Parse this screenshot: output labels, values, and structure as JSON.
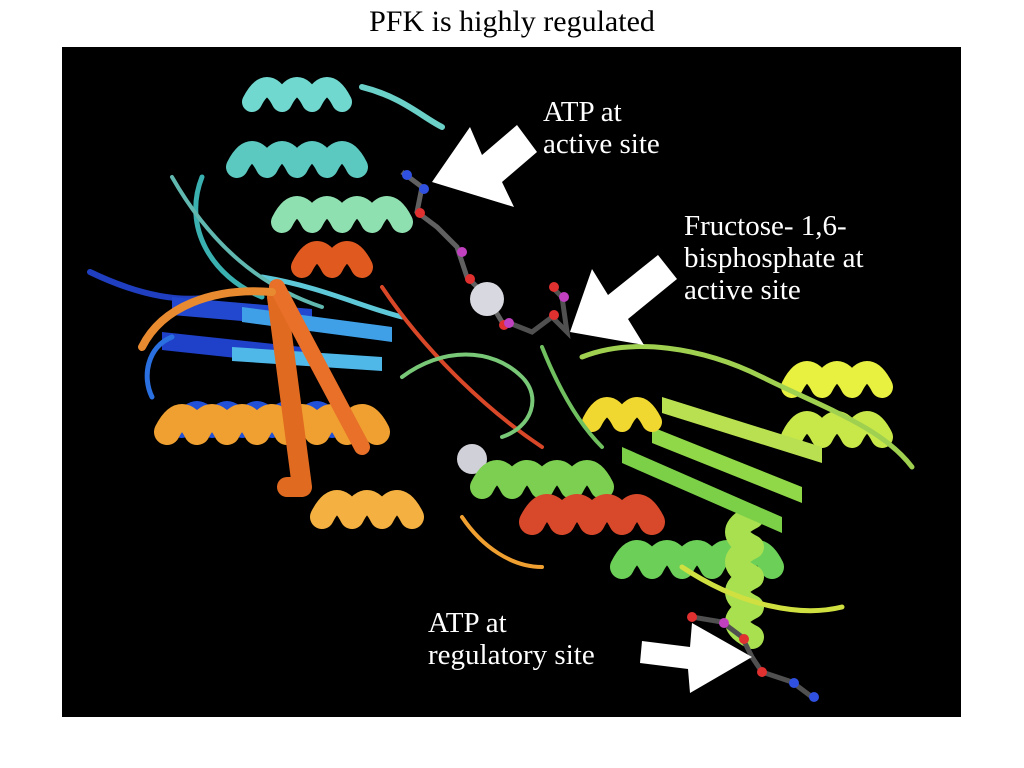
{
  "slide": {
    "title": "PFK is highly regulated"
  },
  "figure": {
    "background": "#000000",
    "labels": {
      "atp_active": {
        "line1": "ATP at",
        "line2": "active site"
      },
      "fbp_active": {
        "line1": "Fructose- 1,6-",
        "line2": "bisphosphate at",
        "line3": "active site"
      },
      "atp_regulatory": {
        "line1": "ATP at",
        "line2": "regulatory site"
      }
    },
    "arrow_color": "#ffffff",
    "ribbon_colors": [
      "#1f4fd8",
      "#2f8fe0",
      "#5fd0c8",
      "#8fe0a0",
      "#f0a030",
      "#e86a20",
      "#d8482a",
      "#7ccf50",
      "#b0e050",
      "#f0f040"
    ]
  }
}
